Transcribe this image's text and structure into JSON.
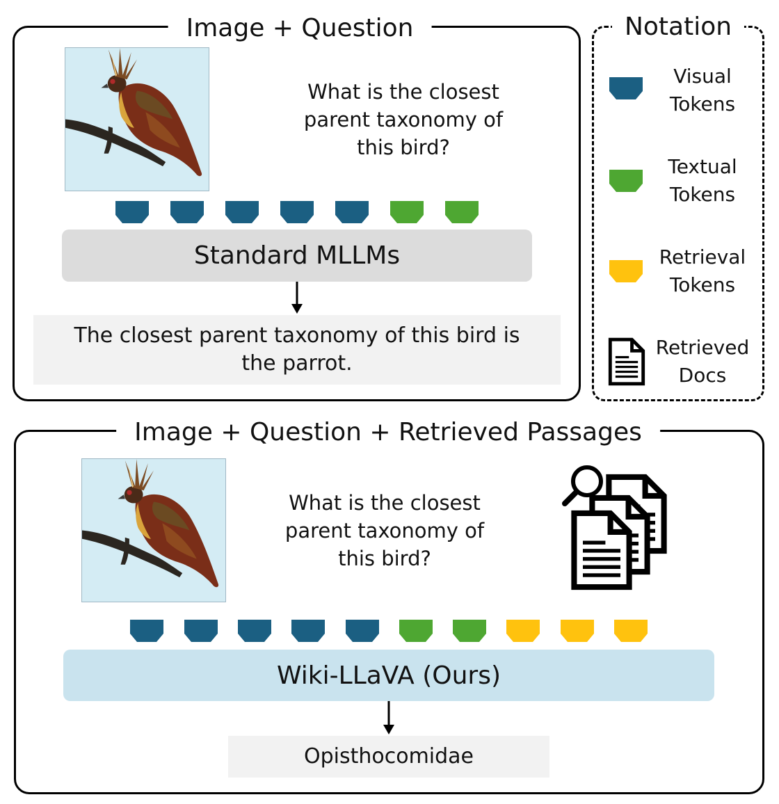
{
  "top_panel": {
    "title": "Image + Question",
    "question": "What is the closest parent taxonomy of this bird?",
    "model_label": "Standard MLLMs",
    "answer": "The closest parent taxonomy of this bird is the parrot.",
    "tokens": [
      "visual",
      "visual",
      "visual",
      "visual",
      "visual",
      "textual",
      "textual"
    ]
  },
  "bottom_panel": {
    "title": "Image + Question + Retrieved Passages",
    "question": "What is the closest parent taxonomy of this bird?",
    "model_label": "Wiki-LLaVA (Ours)",
    "answer": "Opisthocomidae",
    "tokens": [
      "visual",
      "visual",
      "visual",
      "visual",
      "visual",
      "textual",
      "textual",
      "retrieval",
      "retrieval",
      "retrieval"
    ]
  },
  "notation": {
    "title": "Notation",
    "items": [
      {
        "label_line1": "Visual",
        "label_line2": "Tokens",
        "icon": "visual-token-icon"
      },
      {
        "label_line1": "Textual",
        "label_line2": "Tokens",
        "icon": "textual-token-icon"
      },
      {
        "label_line1": "Retrieval",
        "label_line2": "Tokens",
        "icon": "retrieval-token-icon"
      },
      {
        "label_line1": "Retrieved",
        "label_line2": "Docs",
        "icon": "document-icon"
      }
    ]
  },
  "colors": {
    "visual": "#1b5f82",
    "textual": "#4ea732",
    "retrieval": "#ffc20e",
    "model_bar_standard": "#dcdcdc",
    "model_bar_ours": "#c9e3ee",
    "answer_bg": "#f2f2f2",
    "sky": "#d4ecf4"
  }
}
